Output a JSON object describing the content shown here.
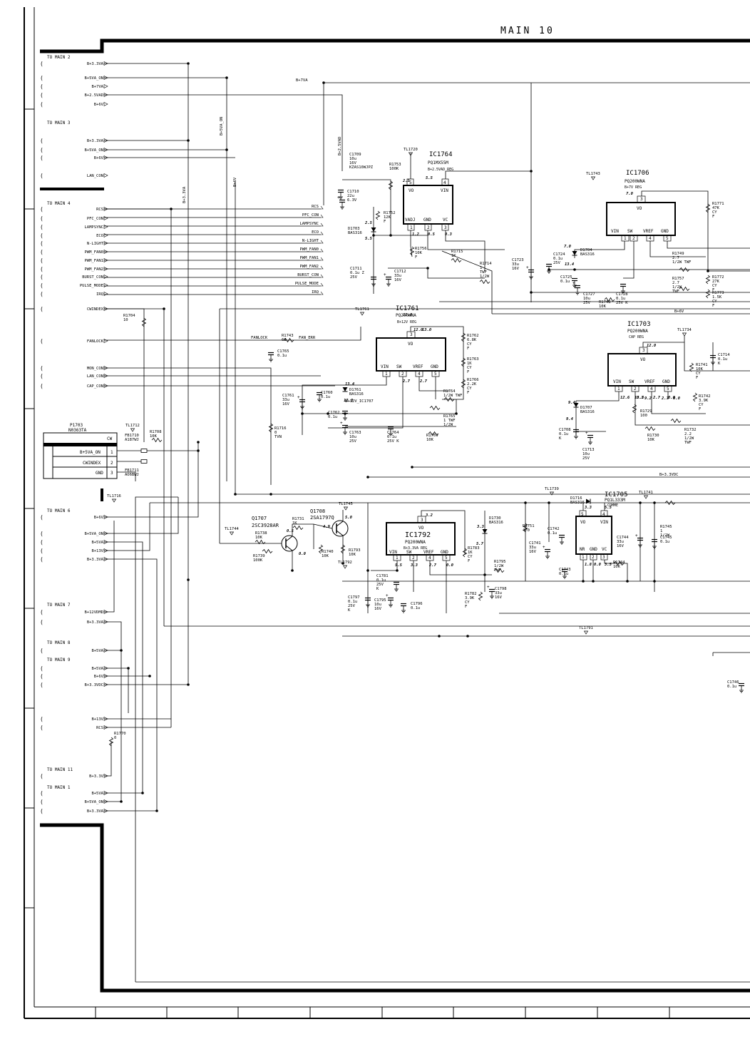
{
  "page_title": "MAIN 10",
  "connector_groups": [
    {
      "title": "TO MAIN 2",
      "pins": [
        "B+3.3VA",
        "B+5VA_ON",
        "B+7VA",
        "B+2.5VAD",
        "B+6V"
      ]
    },
    {
      "title": "TO MAIN 3",
      "pins": [
        "B+3.3VA",
        "B+5VA_ON",
        "B+6V"
      ]
    },
    {
      "title": "",
      "pins": [
        "LAN_CON"
      ]
    },
    {
      "title": "TO MAIN 4",
      "pins": [
        "RCS",
        "PFC_CON",
        "LAMPSYNC",
        "ECO",
        "N-LIGHT",
        "PWM_FAN0",
        "PWM_FAN1",
        "PWM_FAN2",
        "BURST_CON",
        "PULSE_MODE",
        "IRQ"
      ]
    },
    {
      "title": "",
      "pins": [
        "CWINDEX",
        "FANLOCK",
        "MON_CON",
        "LAN_CON",
        "CAP_CON"
      ]
    },
    {
      "title": "TO MAIN 6",
      "pins": [
        "B+6V",
        "B+5VA_ON",
        "B+5VA",
        "B+13V",
        "B+3.3VA"
      ]
    },
    {
      "title": "TO MAIN 7",
      "pins": [
        "B+12VDMD",
        "B+3.3VA"
      ]
    },
    {
      "title": "TO MAIN 8",
      "pins": [
        "B+5VA"
      ]
    },
    {
      "title": "TO MAIN 9",
      "pins": [
        "B+5VA",
        "B+6V",
        "B+3.3VDC"
      ]
    },
    {
      "title": "",
      "pins": [
        "B+13V",
        "RCS"
      ]
    },
    {
      "title": "TO MAIN 11",
      "pins": [
        "B+3.3V"
      ]
    },
    {
      "title": "TO MAIN 1",
      "pins": [
        "B+5VA",
        "B+5VA_ON",
        "B+3.3VA"
      ]
    }
  ],
  "bus_labels": [
    "RCS",
    "PFC_CON",
    "LAMPSYNC",
    "ECO",
    "N-LIGHT",
    "PWM_FAN0",
    "PWM_FAN1",
    "PWM_FAN2",
    "BURST_CON",
    "PULSE_MODE",
    "IRQ"
  ],
  "rail_labels": [
    "B+7VA",
    "B+3.3VA",
    "B+5VA_ON",
    "B+6V",
    "B+2.5VAD",
    "B+3.3VDC",
    "B+6V",
    "FANLOCK",
    "FAN_ERR",
    "B+12V_IC1707"
  ],
  "connector": {
    "ref": "P1703",
    "part": "N0363TA",
    "header": "CW",
    "pins": [
      "B+5VA_ON",
      "CWINDEX",
      "GND"
    ],
    "nums": [
      "1",
      "2",
      "3"
    ]
  },
  "ics": [
    {
      "ref": "IC1764",
      "part": "PQ1MX55M",
      "func": "B+2.5VAD REG",
      "pins_top": [
        "VO",
        "VIN"
      ],
      "pins_bot": [
        "VADJ",
        "GND",
        "VC"
      ],
      "nums_top": [
        "5",
        "4"
      ],
      "nums_bot": [
        "1",
        "2",
        "3"
      ]
    },
    {
      "ref": "IC1706",
      "part": "PQ200WNA",
      "func": "B+7V REG",
      "pins_top": [
        "VO"
      ],
      "pins_bot": [
        "VIN",
        "SW",
        "VREF",
        "GND"
      ],
      "nums_top": [
        "3"
      ],
      "nums_bot": [
        "1",
        "2",
        "4",
        "5"
      ]
    },
    {
      "ref": "IC1761",
      "part": "PQ200WNA",
      "func": "B+12V REG",
      "pins_top": [
        "VO"
      ],
      "pins_bot": [
        "VIN",
        "SW",
        "VREF",
        "GND"
      ],
      "nums_top": [
        "3"
      ],
      "nums_bot": [
        "1",
        "2",
        "4",
        "5"
      ]
    },
    {
      "ref": "IC1703",
      "part": "PQ200WNA",
      "func": "CAP REG",
      "pins_top": [
        "VO"
      ],
      "pins_bot": [
        "VIN",
        "SW",
        "VREF",
        "GND"
      ],
      "nums_top": [
        "3"
      ],
      "nums_bot": [
        "1",
        "2",
        "4",
        "5"
      ]
    },
    {
      "ref": "IC1792",
      "part": "PQ200WNA",
      "func": "B+3.3VA REG",
      "pins_top": [
        "VO"
      ],
      "pins_bot": [
        "VIN",
        "SW",
        "VREF",
        "GND"
      ],
      "nums_top": [
        "3"
      ],
      "nums_bot": [
        "1",
        "2",
        "4",
        "5"
      ]
    },
    {
      "ref": "IC1705",
      "part": "PQ1L333M",
      "func": "",
      "pins_top": [
        "VO",
        "VIN"
      ],
      "pins_bot": [
        "NR",
        "GND",
        "VC"
      ],
      "nums_top": [
        "5",
        "4"
      ],
      "nums_bot": [
        "1",
        "2",
        "3"
      ]
    }
  ],
  "transistors": [
    {
      "ref": "Q1707",
      "part": "2SC3928AR"
    },
    {
      "ref": "Q1708",
      "part": "2SA1797Q"
    }
  ],
  "components": [
    {
      "ref": "C1709",
      "vals": [
        "10u",
        "16V",
        "KZAS10WJPZ"
      ]
    },
    {
      "ref": "C1710",
      "vals": [
        "22u",
        "6.3V"
      ]
    },
    {
      "ref": "C1711",
      "vals": [
        "0.1u Z",
        "25V"
      ]
    },
    {
      "ref": "C1712",
      "vals": [
        "33u",
        "16V"
      ]
    },
    {
      "ref": "R1753",
      "vals": [
        "100K"
      ]
    },
    {
      "ref": "R1752",
      "vals": [
        "12K",
        "F"
      ]
    },
    {
      "ref": "R1756",
      "vals": [
        "10K",
        "F"
      ]
    },
    {
      "ref": "R1715",
      "vals": [
        "1K"
      ]
    },
    {
      "ref": "R1714",
      "vals": [
        "1",
        "TWF",
        "1/2W"
      ]
    },
    {
      "ref": "D1703",
      "vals": [
        "BAS316"
      ]
    },
    {
      "ref": "C1723",
      "vals": [
        "33u",
        "16V"
      ]
    },
    {
      "ref": "C1724",
      "vals": [
        "0.1u",
        "25V"
      ]
    },
    {
      "ref": "C1725",
      "vals": [
        "0.1u"
      ]
    },
    {
      "ref": "C1727",
      "vals": [
        "10u",
        "25V"
      ]
    },
    {
      "ref": "C1728",
      "vals": [
        "0.1u",
        "25V K"
      ]
    },
    {
      "ref": "R1748",
      "vals": [
        "10K"
      ]
    },
    {
      "ref": "R1749",
      "vals": [
        "2.7",
        "1/2W TWF"
      ]
    },
    {
      "ref": "R1757",
      "vals": [
        "2.7",
        "1/2W",
        "TWF"
      ]
    },
    {
      "ref": "R1771",
      "vals": [
        "47K",
        "CY",
        "F"
      ]
    },
    {
      "ref": "R1772",
      "vals": [
        "27K",
        "CY",
        "F"
      ]
    },
    {
      "ref": "R1773",
      "vals": [
        "1.5K",
        "CY",
        "F"
      ]
    },
    {
      "ref": "D1704",
      "vals": [
        "BAS316"
      ]
    },
    {
      "ref": "R1704",
      "vals": [
        "10"
      ]
    },
    {
      "ref": "R1743",
      "vals": [
        "68"
      ]
    },
    {
      "ref": "C1765",
      "vals": [
        "0.1u"
      ]
    },
    {
      "ref": "C1761",
      "vals": [
        "33u",
        "16V"
      ]
    },
    {
      "ref": "C1760",
      "vals": [
        "0.1u"
      ]
    },
    {
      "ref": "C1762",
      "vals": [
        "0.1u"
      ]
    },
    {
      "ref": "C1763",
      "vals": [
        "10u",
        "25V"
      ]
    },
    {
      "ref": "C1764",
      "vals": [
        "0.1u",
        "25V K"
      ]
    },
    {
      "ref": "D1761",
      "vals": [
        "BAS316"
      ]
    },
    {
      "ref": "R1762",
      "vals": [
        "6.8K",
        "CY",
        "F"
      ]
    },
    {
      "ref": "R1763",
      "vals": [
        "1K",
        "CY",
        "F"
      ]
    },
    {
      "ref": "R1766",
      "vals": [
        "2.2K",
        "CY",
        "F"
      ]
    },
    {
      "ref": "R1764",
      "vals": [
        "1/2W TWF"
      ]
    },
    {
      "ref": "R1765",
      "vals": [
        "1 TWF",
        "1/2W"
      ]
    },
    {
      "ref": "R1769",
      "vals": [
        "10K"
      ]
    },
    {
      "ref": "R1716",
      "vals": [
        "0",
        "TVN"
      ]
    },
    {
      "ref": "R1741",
      "vals": [
        "10K",
        "CY",
        "F"
      ]
    },
    {
      "ref": "R1742",
      "vals": [
        "3.9K",
        "CY",
        "F"
      ]
    },
    {
      "ref": "R1729",
      "vals": [
        "100"
      ]
    },
    {
      "ref": "R1730",
      "vals": [
        "10K"
      ]
    },
    {
      "ref": "R1732",
      "vals": [
        "2.2",
        "1/2W",
        "TWF"
      ]
    },
    {
      "ref": "C1708",
      "vals": [
        "0.1u",
        "K"
      ]
    },
    {
      "ref": "C1713",
      "vals": [
        "10u",
        "25V"
      ]
    },
    {
      "ref": "C1714",
      "vals": [
        "0.1u",
        "K"
      ]
    },
    {
      "ref": "D1707",
      "vals": [
        "BAS316"
      ]
    },
    {
      "ref": "FB1710",
      "vals": [
        "A187WJ"
      ]
    },
    {
      "ref": "FB1711",
      "vals": [
        "AO6BWJ"
      ]
    },
    {
      "ref": "R1708",
      "vals": [
        "10K"
      ]
    },
    {
      "ref": "R1738",
      "vals": [
        "10K"
      ]
    },
    {
      "ref": "R1739",
      "vals": [
        "100K"
      ]
    },
    {
      "ref": "R1731",
      "vals": [
        "1K"
      ]
    },
    {
      "ref": "R1740",
      "vals": [
        "10K"
      ]
    },
    {
      "ref": "R1793",
      "vals": [
        "10K"
      ]
    },
    {
      "ref": "R1783",
      "vals": [
        "1K",
        "CY",
        "F"
      ]
    },
    {
      "ref": "D1730",
      "vals": [
        "BAS316"
      ]
    },
    {
      "ref": "C1781",
      "vals": [
        "0.1u",
        "25V",
        "K"
      ]
    },
    {
      "ref": "C1797",
      "vals": [
        "0.1u",
        "25V",
        "K"
      ]
    },
    {
      "ref": "C1795",
      "vals": [
        "10u",
        "16V"
      ]
    },
    {
      "ref": "C1796",
      "vals": [
        "0.1u"
      ]
    },
    {
      "ref": "R1795",
      "vals": [
        "1/2W",
        "TWF"
      ]
    },
    {
      "ref": "R1782",
      "vals": [
        "3.9K",
        "CY",
        "F"
      ]
    },
    {
      "ref": "C1798",
      "vals": [
        "33u",
        "16V"
      ]
    },
    {
      "ref": "R1751",
      "vals": [
        "470"
      ]
    },
    {
      "ref": "C1741",
      "vals": [
        "33u",
        "16V"
      ]
    },
    {
      "ref": "C1742",
      "vals": [
        "0.1u"
      ]
    },
    {
      "ref": "C1743",
      "vals": [
        "0.1u"
      ]
    },
    {
      "ref": "D1716",
      "vals": [
        "BAS316"
      ]
    },
    {
      "ref": "C1744",
      "vals": [
        "33u",
        "16V"
      ]
    },
    {
      "ref": "C1745",
      "vals": [
        "0.1u"
      ]
    },
    {
      "ref": "R1745",
      "vals": [
        "1",
        "1/2W"
      ]
    },
    {
      "ref": "R1744",
      "vals": [
        "10K"
      ]
    },
    {
      "ref": "R1770",
      "vals": [
        "0"
      ]
    },
    {
      "ref": "C1746",
      "vals": [
        "0.1u"
      ]
    }
  ],
  "test_points": [
    "TL1720",
    "TL1743",
    "TL1761",
    "TL1734",
    "TL1712",
    "TL1716",
    "TL1744",
    "TL1745",
    "TL1792",
    "TL1739",
    "TL1741",
    "TL1791"
  ],
  "voltages": [
    "2.5",
    "5.5",
    "1.2",
    "0.5",
    "0.3",
    "2.5",
    "5.5",
    "7.0",
    "7.0",
    "13.4",
    "12.0",
    "2.7",
    "2.7",
    "12.0",
    "13.0",
    "12.0",
    "13.4",
    "12.6",
    "0.2",
    "2.7",
    "0.0",
    "9.4",
    "9.4",
    "13.5",
    "12.0",
    "9.2",
    "2.7",
    "0.0",
    "0.5",
    "4.9",
    "5.0",
    "0.0",
    "3.2",
    "3.3",
    "5.7",
    "5.5",
    "3.3",
    "2.7",
    "0.0",
    "3.3",
    "5.5",
    "1.8",
    "0.0",
    "3.5"
  ],
  "misc_labels": [
    "COMME"
  ]
}
